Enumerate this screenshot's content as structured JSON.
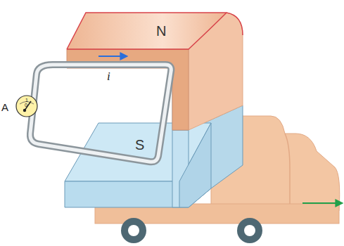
{
  "diagram": {
    "nodes": [
      {
        "text": [
          "N"
        ]
      },
      {
        "text": [
          "S"
        ]
      },
      {
        "text": [
          "A",
          "1",
          "0"
        ]
      }
    ],
    "labels": [
      "i"
    ]
  }
}
